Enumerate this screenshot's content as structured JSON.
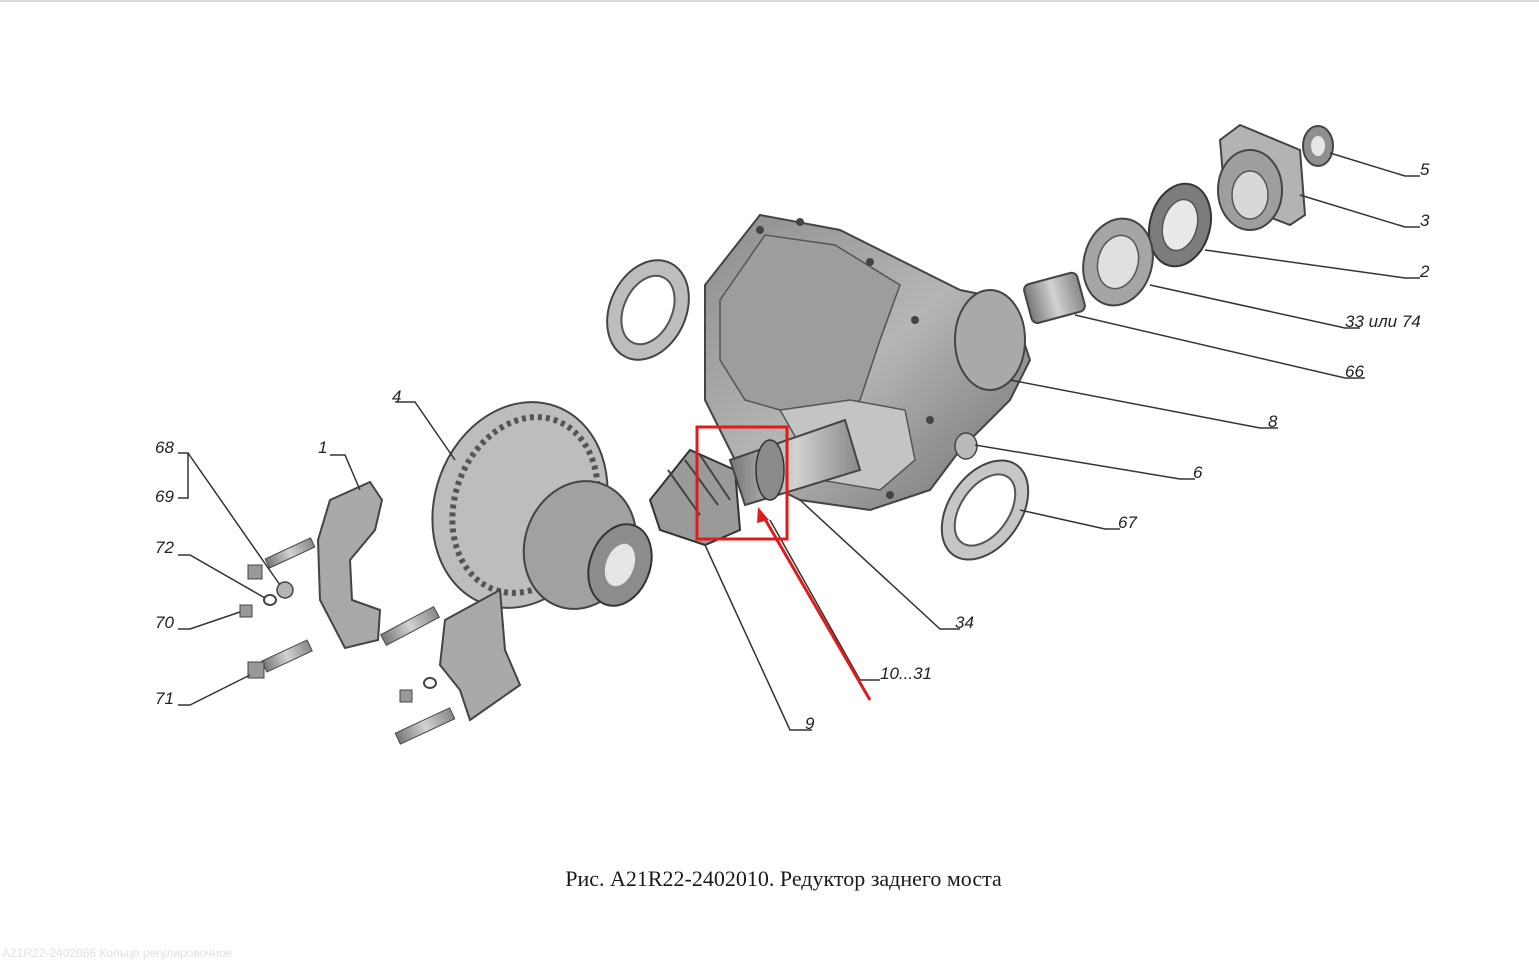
{
  "figure": {
    "caption": "Рис. A21R22-2402010. Редуктор заднего моста",
    "footer_text": "A21R22-2402066 Кольцо регулировочное"
  },
  "callouts": [
    {
      "id": "5",
      "text": "5"
    },
    {
      "id": "3",
      "text": "3"
    },
    {
      "id": "2",
      "text": "2"
    },
    {
      "id": "33",
      "text": "33 или 74"
    },
    {
      "id": "66",
      "text": "66"
    },
    {
      "id": "8",
      "text": "8"
    },
    {
      "id": "6",
      "text": "6"
    },
    {
      "id": "67",
      "text": "67"
    },
    {
      "id": "34",
      "text": "34"
    },
    {
      "id": "10",
      "text": "10...31"
    },
    {
      "id": "9",
      "text": "9"
    },
    {
      "id": "4",
      "text": "4"
    },
    {
      "id": "1",
      "text": "1"
    },
    {
      "id": "68",
      "text": "68"
    },
    {
      "id": "69",
      "text": "69"
    },
    {
      "id": "72",
      "text": "72"
    },
    {
      "id": "70",
      "text": "70"
    },
    {
      "id": "71",
      "text": "71"
    }
  ],
  "highlight": {
    "color": "#e01b1b"
  },
  "colors": {
    "part_dark": "#6e6e6e",
    "part_mid": "#9a9a9a",
    "part_light": "#cfcfcf",
    "line": "#333333"
  }
}
